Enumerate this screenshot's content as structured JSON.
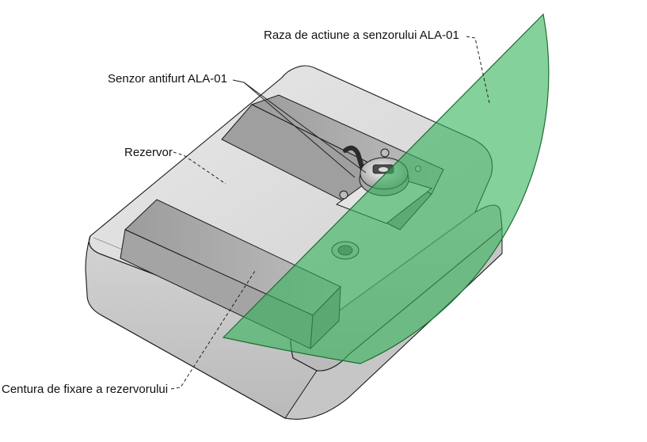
{
  "labels": {
    "detection_radius": "Raza de actiune a senzorului ALA-01",
    "sensor": "Senzor antifurt ALA-01",
    "tank": "Rezervor",
    "belt": "Centura de fixare a rezervorului"
  },
  "colors": {
    "detection_zone": "#34b35a",
    "tank_body": "#d9d9d9",
    "belt": "#a9a9a9",
    "outline": "#1a1a1a"
  }
}
